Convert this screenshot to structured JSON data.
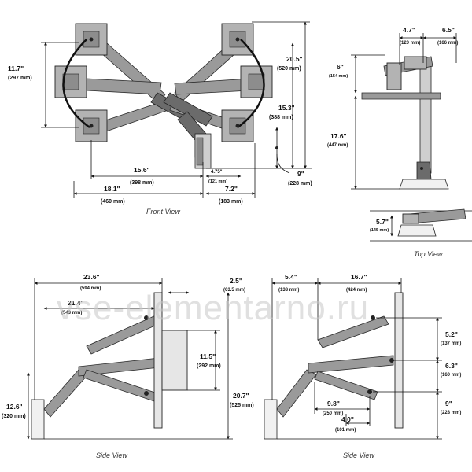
{
  "watermark": "vse-elementarno.ru",
  "front_view": {
    "caption": "Front View",
    "dims": {
      "h_297": {
        "in": "11.7\"",
        "mm": "(297 mm)"
      },
      "h_520": {
        "in": "20.5\"",
        "mm": "(520 mm)"
      },
      "h_388": {
        "in": "15.3\"",
        "mm": "(388 mm)"
      },
      "h_228": {
        "in": "9\"",
        "mm": "(228 mm)"
      },
      "w_398": {
        "in": "15.6\"",
        "mm": "(398 mm)"
      },
      "w_460": {
        "in": "18.1\"",
        "mm": "(460 mm)"
      },
      "w_121": {
        "in": "4.75\"",
        "mm": "(121 mm)"
      },
      "w_183": {
        "in": "7.2\"",
        "mm": "(183 mm)"
      }
    }
  },
  "side_view_top": {
    "dims": {
      "w_120": {
        "in": "4.7\"",
        "mm": "(120 mm)"
      },
      "w_166": {
        "in": "6.5\"",
        "mm": "(166 mm)"
      },
      "h_154": {
        "in": "6\"",
        "mm": "(154 mm)"
      },
      "h_447": {
        "in": "17.6\"",
        "mm": "(447 mm)"
      }
    }
  },
  "top_view": {
    "caption": "Top View",
    "dims": {
      "w_145": {
        "in": "5.7\"",
        "mm": "(145 mm)"
      }
    }
  },
  "side_view_left": {
    "caption": "Side View",
    "dims": {
      "w_594": {
        "in": "23.6\"",
        "mm": "(594 mm)"
      },
      "w_543": {
        "in": "21.4\"",
        "mm": "(543 mm)"
      },
      "w_635": {
        "in": "2.5\"",
        "mm": "(63.5 mm)"
      },
      "h_292": {
        "in": "11.5\"",
        "mm": "(292 mm)"
      },
      "h_525": {
        "in": "20.7\"",
        "mm": "(525 mm)"
      },
      "h_320": {
        "in": "12.6\"",
        "mm": "(320 mm)"
      }
    }
  },
  "side_view_right": {
    "caption": "Side View",
    "dims": {
      "w_138": {
        "in": "5.4\"",
        "mm": "(138 mm)"
      },
      "w_424": {
        "in": "16.7\"",
        "mm": "(424 mm)"
      },
      "h_137": {
        "in": "5.2\"",
        "mm": "(137 mm)"
      },
      "h_160": {
        "in": "6.3\"",
        "mm": "(160 mm)"
      },
      "h_228": {
        "in": "9\"",
        "mm": "(228 mm)"
      },
      "w_250": {
        "in": "9.8\"",
        "mm": "(250 mm)"
      },
      "w_101": {
        "in": "4.0\"",
        "mm": "(101 mm)"
      }
    }
  }
}
